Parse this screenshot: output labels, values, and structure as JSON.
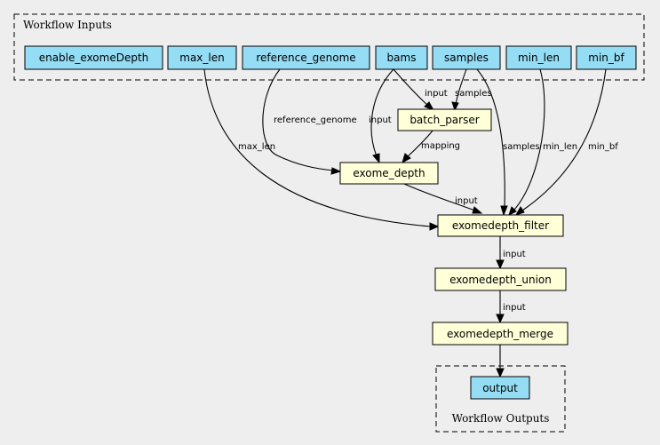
{
  "clusters": {
    "inputs_label": "Workflow Inputs",
    "outputs_label": "Workflow Outputs"
  },
  "inputs": [
    "enable_exomeDepth",
    "max_len",
    "reference_genome",
    "bams",
    "samples",
    "min_len",
    "min_bf"
  ],
  "steps": [
    "batch_parser",
    "exome_depth",
    "exomedepth_filter",
    "exomedepth_union",
    "exomedepth_merge"
  ],
  "outputs": [
    "output"
  ],
  "edge_labels": {
    "bams_batch": "input",
    "samples_batch": "samples",
    "ref_exome": "reference_genome",
    "bams_exome": "input",
    "batch_exome": "mapping",
    "maxlen_filter": "max_len",
    "exome_filter": "input",
    "samples_filter": "samples",
    "minlen_filter": "min_len",
    "minbf_filter": "min_bf",
    "filter_union": "input",
    "union_merge": "input"
  },
  "colors": {
    "background": "#eeeeee",
    "input_fill": "#94ddf4",
    "step_fill": "#ffffd8"
  }
}
